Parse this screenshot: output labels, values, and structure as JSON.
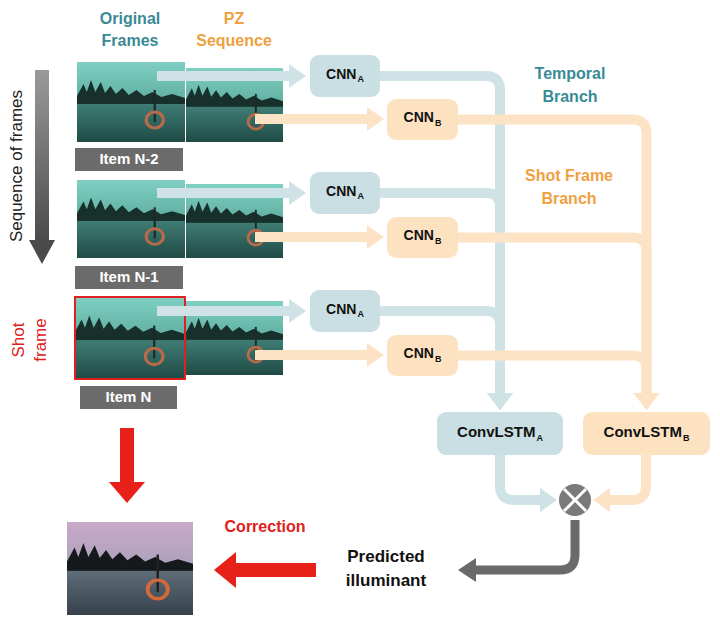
{
  "diagram": {
    "nodes": [
      {
        "text": [
          "Item N-2"
        ]
      },
      {
        "text": [
          "CNN",
          "A"
        ]
      },
      {
        "text": [
          "CNN",
          "B"
        ]
      },
      {
        "text": [
          "Item N-1"
        ]
      },
      {
        "text": [
          "CNN",
          "A"
        ]
      },
      {
        "text": [
          "CNN",
          "B"
        ]
      },
      {
        "text": [
          "Item N"
        ]
      },
      {
        "text": [
          "CNN",
          "A"
        ]
      },
      {
        "text": [
          "CNN",
          "B"
        ]
      },
      {
        "text": [
          "ConvLSTM",
          "A"
        ]
      },
      {
        "text": [
          "ConvLSTM",
          "B"
        ]
      }
    ],
    "edges": [
      {
        "from": 1,
        "to": 9,
        "arrow": "to"
      },
      {
        "from": 4,
        "to": 9,
        "arrow": "to"
      },
      {
        "from": 7,
        "to": 9,
        "arrow": "to"
      },
      {
        "from": 2,
        "to": 10,
        "arrow": "to"
      },
      {
        "from": 5,
        "to": 10,
        "arrow": "to"
      },
      {
        "from": 8,
        "to": 10,
        "arrow": "to"
      }
    ],
    "labels": [
      "Original Frames",
      "PZ Sequence",
      "Sequence of frames",
      "Shot frame",
      "Temporal Branch",
      "Shot Frame Branch",
      "Correction",
      "Predicted illuminant"
    ]
  }
}
